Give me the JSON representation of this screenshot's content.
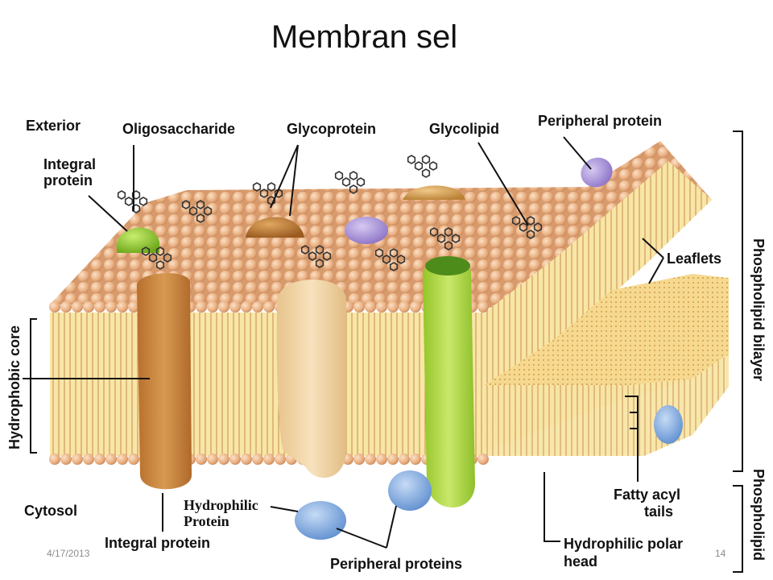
{
  "title": "Membran sel",
  "labels": {
    "exterior": "Exterior",
    "oligosaccharide": "Oligosaccharide",
    "glycoprotein": "Glycoprotein",
    "glycolipid": "Glycolipid",
    "peripheral_protein": "Peripheral protein",
    "integral_protein_top_1": "Integral",
    "integral_protein_top_2": "protein",
    "leaflets": "Leaflets",
    "hydrophobic_core": "Hydrophobic core",
    "phospholipid_bilayer": "Phospholipid  bilayer",
    "phospholipid": "Phospholipid",
    "cytosol": "Cytosol",
    "hydrophilic_protein_1": "Hydrophilic",
    "hydrophilic_protein_2": "Protein",
    "integral_protein_bottom": "Integral protein",
    "peripheral_proteins": "Peripheral proteins",
    "fatty_acyl_tails_1": "Fatty acyl",
    "fatty_acyl_tails_2": "tails",
    "hydrophilic_polar_head_1": "Hydrophilic polar",
    "hydrophilic_polar_head_2": "head"
  },
  "footer": {
    "date": "4/17/2013",
    "page": "14"
  },
  "colors": {
    "head": "#e9b98c",
    "head_shade": "#c98a5e",
    "tail": "#f7e4a0",
    "tail_line": "#c58a4a",
    "integral_brown": "#c7843c",
    "beige_protein": "#f1d7a8",
    "green_protein": "#a9d63b",
    "blue_protein": "#7fa7dc",
    "purple_protein": "#a48fd3"
  }
}
